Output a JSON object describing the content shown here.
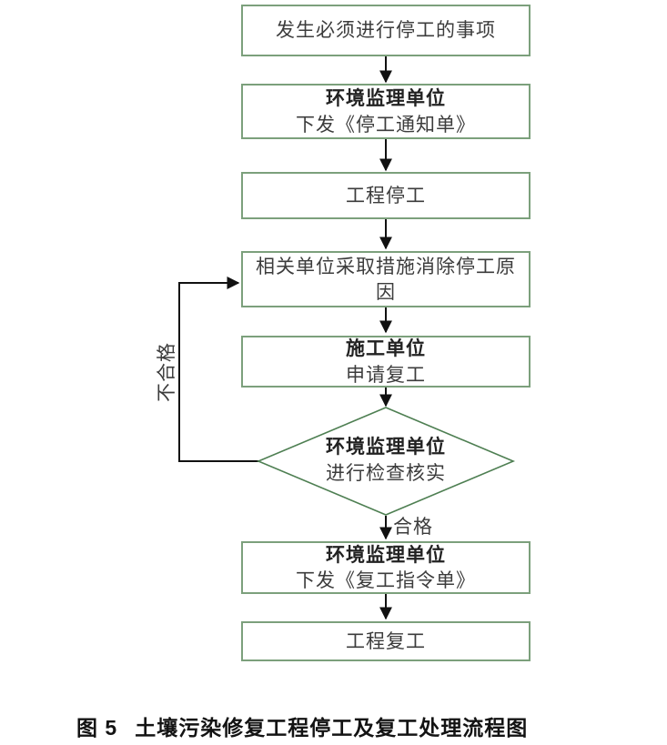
{
  "flow": {
    "nodes": {
      "b1": {
        "line1": "发生必须进行停工的事项"
      },
      "b2": {
        "line1": "环境监理单位",
        "line2": "下发《停工通知单》"
      },
      "b3": {
        "line1": "工程停工"
      },
      "b4": {
        "line1": "相关单位采取措施消除停工原因"
      },
      "b5": {
        "line1": "施工单位",
        "line2": "申请复工"
      },
      "decision": {
        "line1": "环境监理单位",
        "line2": "进行检查核实"
      },
      "b6": {
        "line1": "环境监理单位",
        "line2": "下发《复工指令单》"
      },
      "b7": {
        "line1": "工程复工"
      }
    },
    "edge_labels": {
      "pass": "合格",
      "fail": "不合格"
    },
    "colors": {
      "box_border": "#7ca07c",
      "diamond_border": "#4e7f52",
      "arrow": "#111111",
      "text": "#3c3c3c"
    }
  },
  "caption": {
    "number": "图 5",
    "title": "土壤污染修复工程停工及复工处理流程图"
  }
}
